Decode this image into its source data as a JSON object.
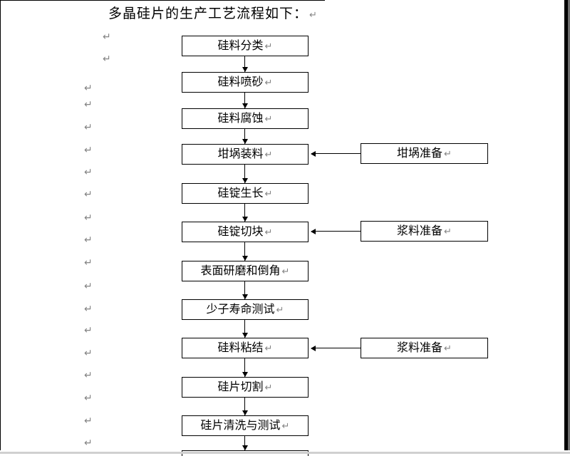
{
  "document": {
    "title": "多晶硅片的生产工艺流程如下："
  },
  "glyphs": {
    "paragraph_mark": "↵"
  },
  "colors": {
    "page_bg": "#ffffff",
    "box_border": "#000000",
    "text": "#000000",
    "paragraph_mark": "#848484",
    "bottom_strip": "#d0d0d0"
  },
  "flowchart": {
    "main_nodes": [
      {
        "label": "硅料分类"
      },
      {
        "label": "硅料喷砂"
      },
      {
        "label": "硅料腐蚀"
      },
      {
        "label": "坩埚装料"
      },
      {
        "label": "硅锭生长"
      },
      {
        "label": "硅锭切块"
      },
      {
        "label": "表面研磨和倒角"
      },
      {
        "label": "少子寿命测试"
      },
      {
        "label": "硅料粘结"
      },
      {
        "label": "硅片切割"
      },
      {
        "label": "硅片清洗与测试"
      },
      {
        "label": ""
      }
    ],
    "side_nodes": [
      {
        "label": "坩埚准备",
        "connects_to": "坩埚装料"
      },
      {
        "label": "浆料准备",
        "connects_to": "硅锭切块"
      },
      {
        "label": "浆料准备",
        "connects_to": "硅料粘结"
      }
    ]
  }
}
